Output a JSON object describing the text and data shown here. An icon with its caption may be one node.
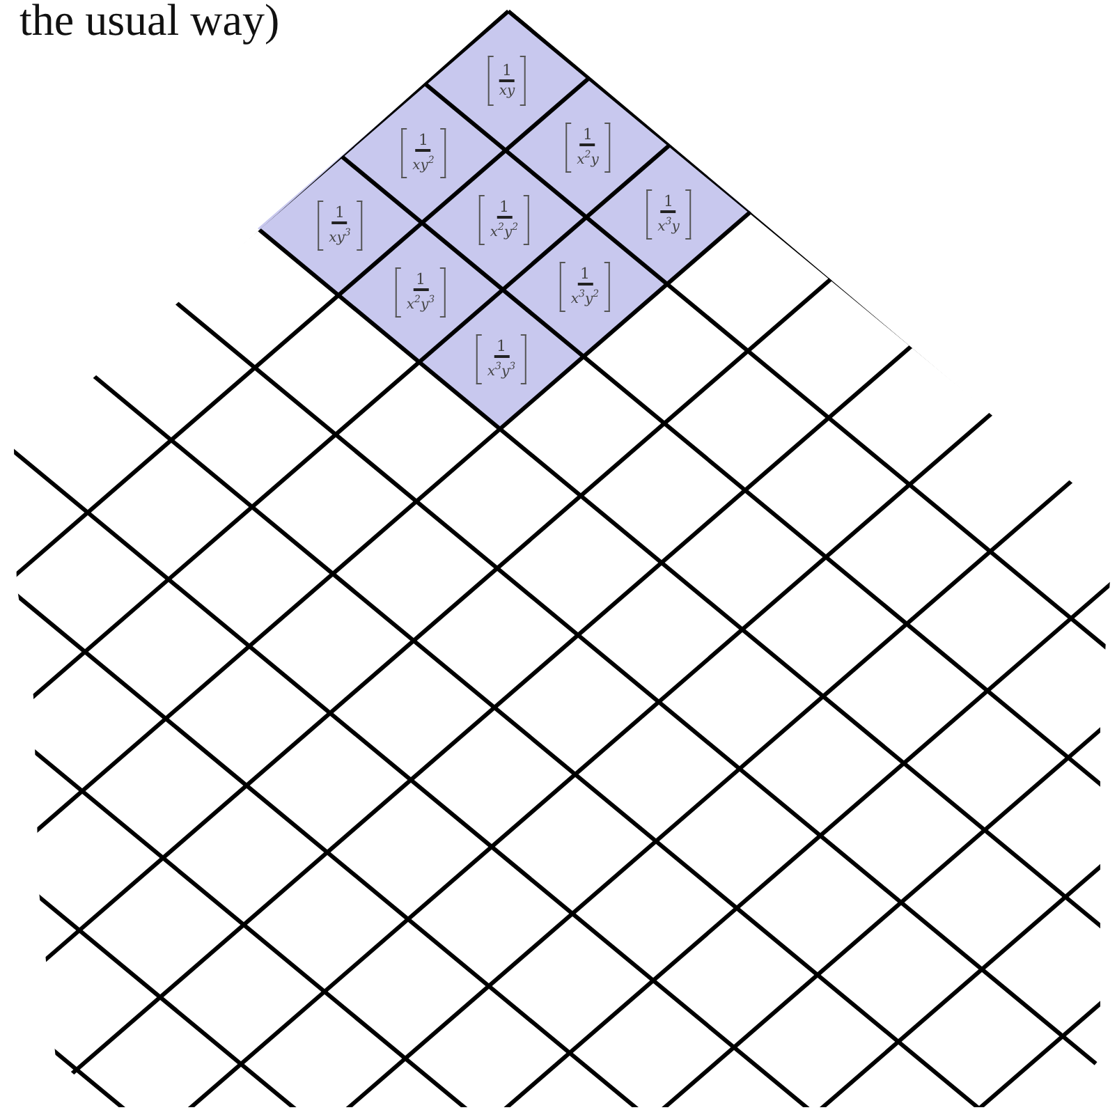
{
  "diagram": {
    "nodes": [
      {
        "text": [
          "1",
          "xy"
        ]
      },
      {
        "text": [
          "1",
          "xy$^{2}$"
        ]
      },
      {
        "text": [
          "1",
          "x$^{2}$y"
        ]
      },
      {
        "text": [
          "1",
          "xy$^{3}$"
        ]
      },
      {
        "text": [
          "1",
          "x$^{2}$y$^{2}$"
        ]
      },
      {
        "text": [
          "1",
          "x$^{3}$y"
        ]
      },
      {
        "text": [
          "1",
          "x$^{2}$y$^{3}$"
        ]
      },
      {
        "text": [
          "1",
          "x$^{3}$y$^{2}$"
        ]
      },
      {
        "text": [
          "1",
          "x$^{3}$y$^{3}$"
        ]
      }
    ],
    "labels": [
      "the usual way)"
    ]
  }
}
